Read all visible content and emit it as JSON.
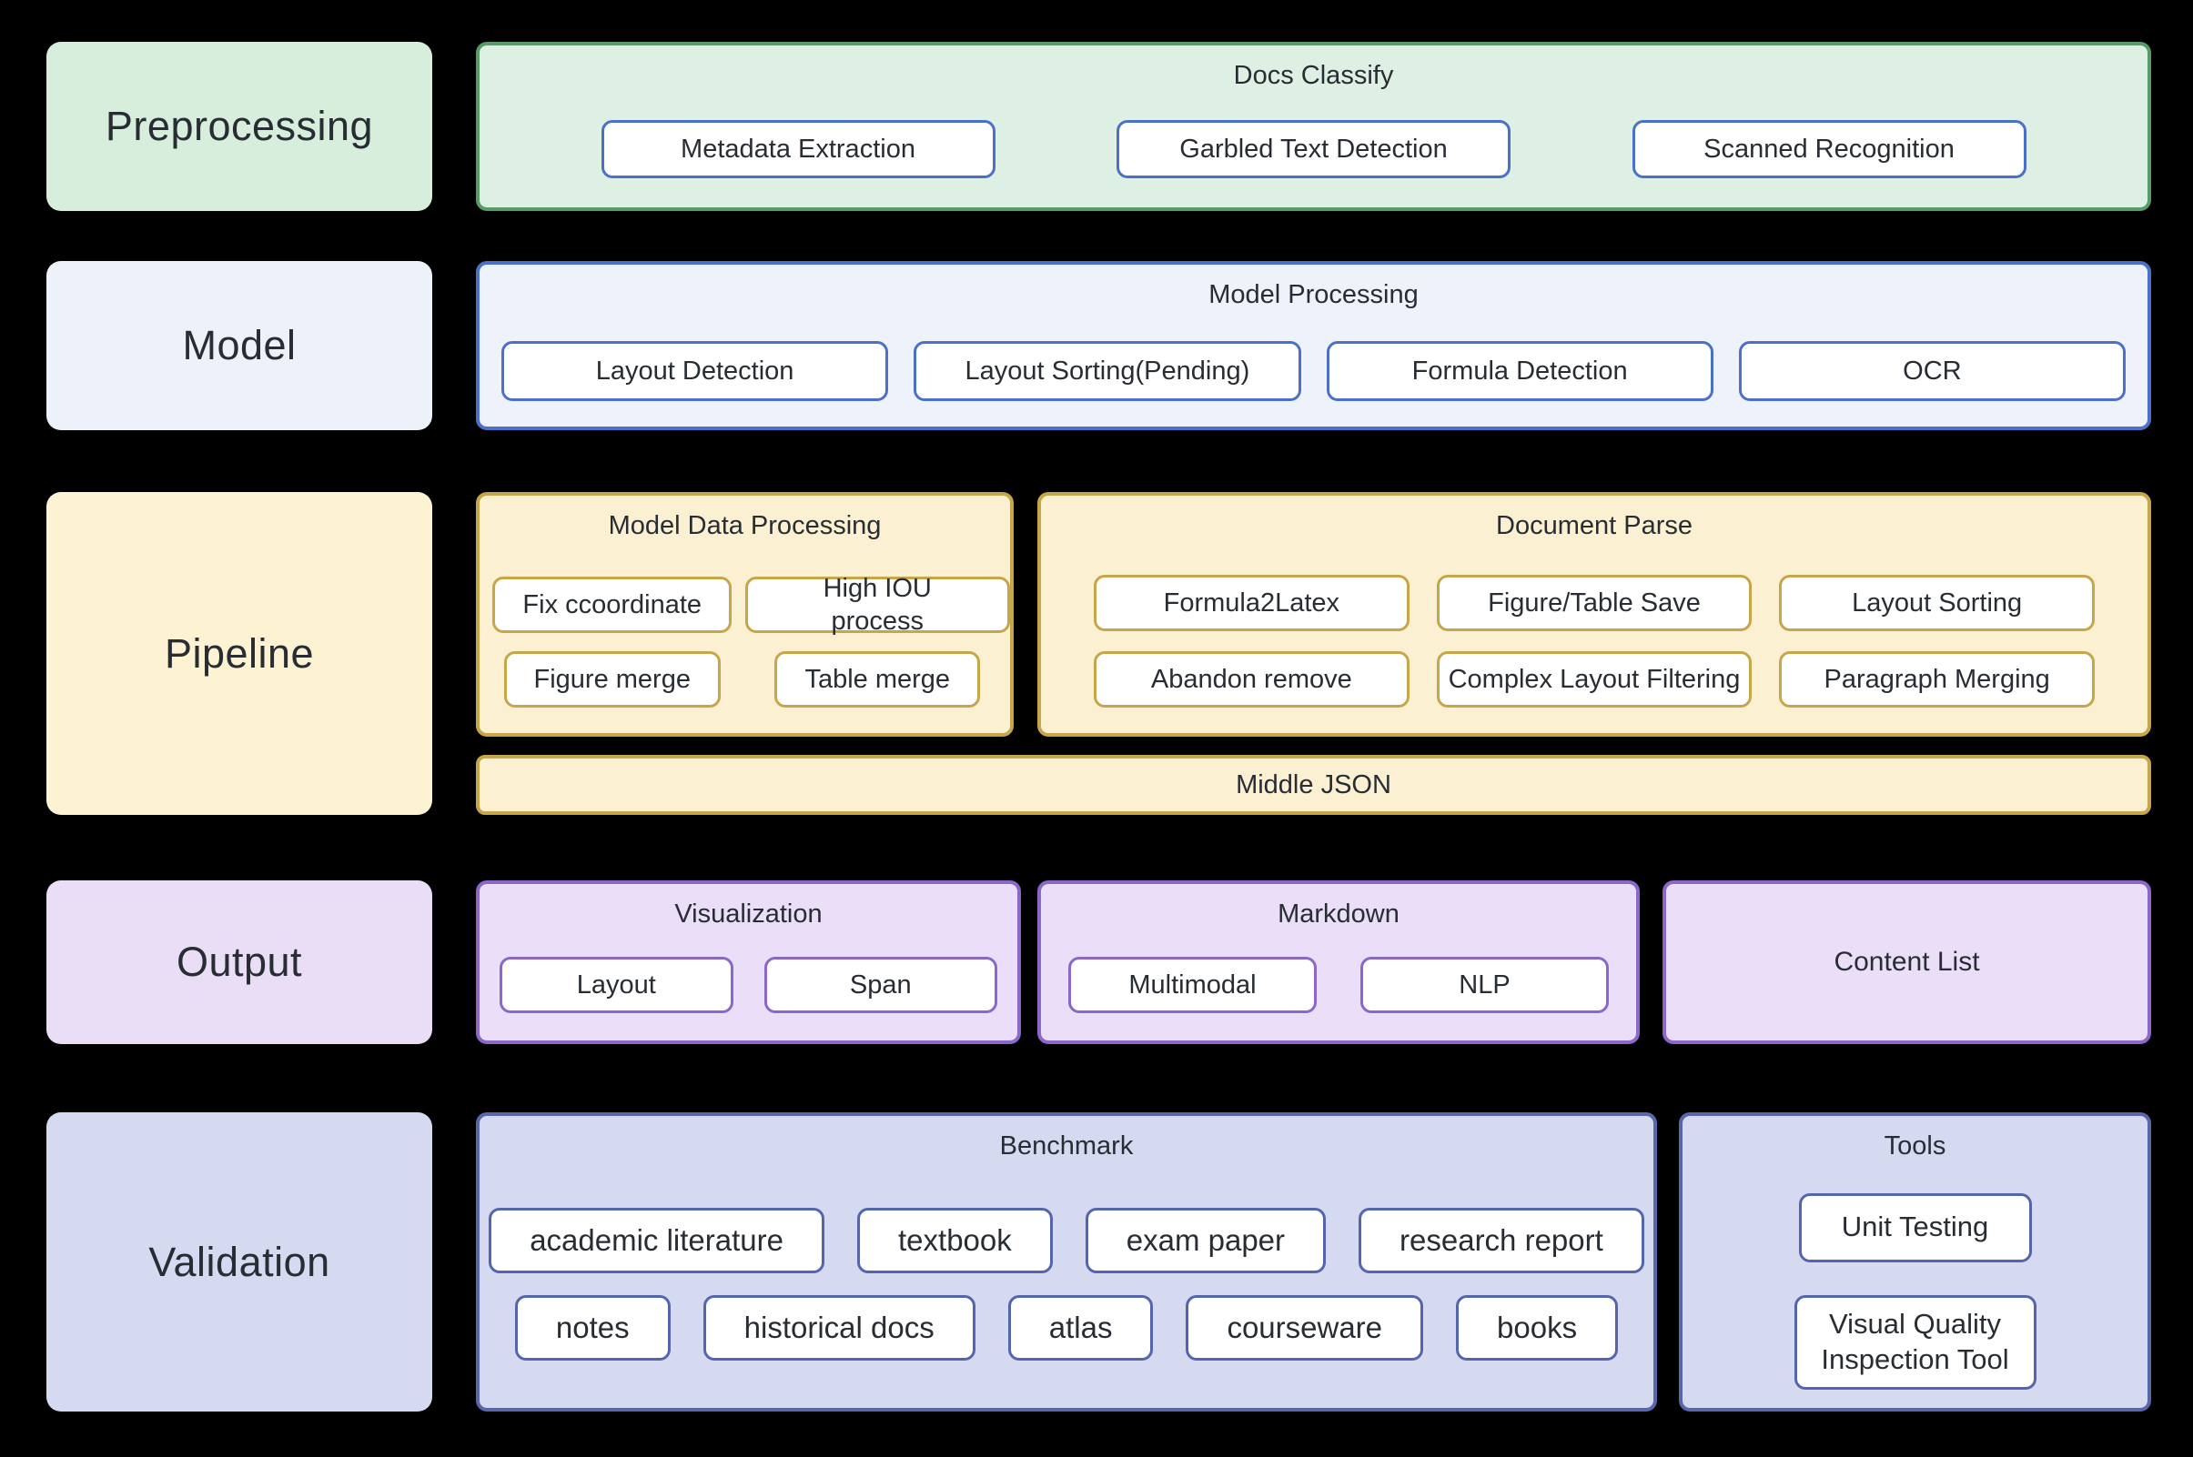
{
  "diagram": {
    "rows": {
      "preprocessing": {
        "label": "Preprocessing",
        "docs_classify": {
          "title": "Docs Classify",
          "items": [
            "Metadata Extraction",
            "Garbled Text Detection",
            "Scanned Recognition"
          ]
        }
      },
      "model": {
        "label": "Model",
        "model_processing": {
          "title": "Model Processing",
          "items": [
            "Layout Detection",
            "Layout Sorting(Pending)",
            "Formula Detection",
            "OCR"
          ]
        }
      },
      "pipeline": {
        "label": "Pipeline",
        "model_data_processing": {
          "title": "Model Data Processing",
          "items": [
            "Fix ccoordinate",
            "High IOU process",
            "Figure merge",
            "Table merge"
          ]
        },
        "document_parse": {
          "title": "Document Parse",
          "items": [
            "Formula2Latex",
            "Figure/Table Save",
            "Layout Sorting",
            "Abandon remove",
            "Complex Layout Filtering",
            "Paragraph Merging"
          ]
        },
        "middle_json": {
          "title": "Middle JSON"
        }
      },
      "output": {
        "label": "Output",
        "visualization": {
          "title": "Visualization",
          "items": [
            "Layout",
            "Span"
          ]
        },
        "markdown": {
          "title": "Markdown",
          "items": [
            "Multimodal",
            "NLP"
          ]
        },
        "content_list": {
          "title": "Content List"
        }
      },
      "validation": {
        "label": "Validation",
        "benchmark": {
          "title": "Benchmark",
          "row1": [
            "academic literature",
            "textbook",
            "exam paper",
            "research report"
          ],
          "row2": [
            "notes",
            "historical docs",
            "atlas",
            "courseware",
            "books"
          ]
        },
        "tools": {
          "title": "Tools",
          "items": [
            "Unit Testing",
            "Visual Quality Inspection Tool"
          ]
        }
      }
    },
    "colors": {
      "background": "#000000",
      "text": "#282d34",
      "green_fill": "#def0e3",
      "green_border": "#569c67",
      "blue_fill": "#edf2fb",
      "blue_border": "#4b70c7",
      "yellow_fill": "#fbf0d2",
      "yellow_border": "#c7a64a",
      "purple_fill": "#eadef8",
      "purple_border": "#8a67c8",
      "periwinkle_fill": "#d5daf0",
      "periwinkle_border": "#5767a9",
      "pill_fill": "#ffffff"
    }
  }
}
